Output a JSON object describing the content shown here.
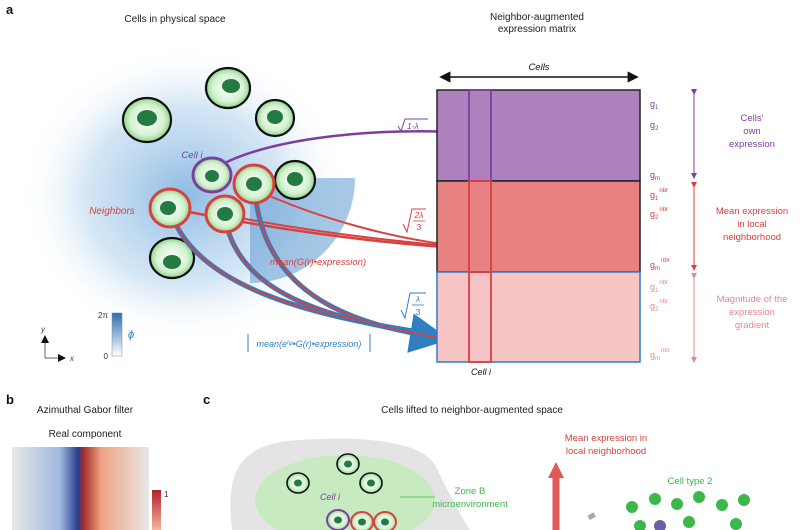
{
  "panel_a": {
    "letter": "a",
    "physical_title": "Cells in physical space",
    "matrix_title_line1": "Neighbor-augmented",
    "matrix_title_line2": "expression matrix",
    "cells_axis": "Cells",
    "cell_i_label": "Cell i",
    "neighbors_label": "Neighbors",
    "mean_label": "mean(G(r)•expression)",
    "grad_label": "mean(eⁱᵠ•G(r)•expression)",
    "coef_own": "1-λ",
    "coef_nbr_num": "2λ",
    "coef_nbr_den": "3",
    "coef_grad_num": "λ",
    "coef_grad_den": "3",
    "colorbar_top": "2π",
    "colorbar_bottom": "0",
    "colorbar_symbol": "ϕ",
    "axis_y": "y",
    "axis_x": "x",
    "cell_i_bottom": "Cell i",
    "rows_own": [
      {
        "base": "g",
        "sub": "1",
        "sup": ""
      },
      {
        "base": "g",
        "sub": "2",
        "sup": ""
      },
      {
        "base": "g",
        "sub": "m",
        "sup": ""
      }
    ],
    "rows_nbr": [
      {
        "base": "g",
        "sub": "1",
        "sup": "nbr"
      },
      {
        "base": "g",
        "sub": "2",
        "sup": "nbr"
      },
      {
        "base": "g",
        "sub": "m",
        "sup": "nbr"
      }
    ],
    "rows_grad": [
      {
        "base": "g",
        "sub": "1",
        "sup": "nbr"
      },
      {
        "base": "g",
        "sub": "2",
        "sup": "nbr"
      },
      {
        "base": "g",
        "sub": "m",
        "sup": "nbr"
      }
    ],
    "side_own": [
      "Cells'",
      "own",
      "expression"
    ],
    "side_nbr": [
      "Mean expression",
      "in local",
      "neighborhood"
    ],
    "side_grad": [
      "Magnitude of the",
      "expression",
      "gradient"
    ]
  },
  "panel_b": {
    "letter": "b",
    "title": "Azimuthal Gabor filter",
    "subtitle": "Real component",
    "colorbar_top": "1"
  },
  "panel_c": {
    "letter": "c",
    "title": "Cells lifted to neighbor-augmented space",
    "cell_i_label": "Cell i",
    "zone_line1": "Zone B",
    "zone_line2": "microenvironment",
    "axis_line1": "Mean expression in",
    "axis_line2": "local neighborhood",
    "cell_type2": "Cell type 2"
  },
  "colors": {
    "purple": "#7b3fa0",
    "red": "#d94040",
    "pink": "#e48a8a",
    "blue": "#2f7fc1",
    "green": "#3cb84a",
    "own_fill": "#ae80bd",
    "nbr_fill": "#e88181",
    "grad_fill": "#f6c4c4"
  }
}
